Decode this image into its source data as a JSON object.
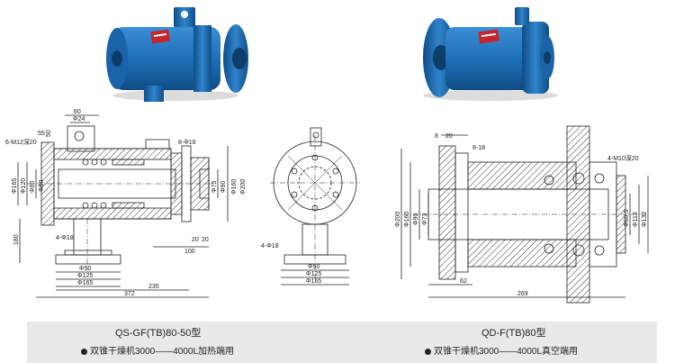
{
  "left": {
    "title": "QS-GF(TB)80-50型",
    "subtitle": "双锥干燥机3000——4000L加热端用",
    "dims": {
      "d60": "60",
      "d24": "Φ24",
      "d55": "55",
      "d50": "50",
      "thread": "6-M12深20",
      "d165": "Φ165",
      "d120": "Φ120",
      "d60v": "Φ60",
      "d50v": "Φ50",
      "d818": "8-Φ18",
      "d75": "Φ75",
      "d90": "Φ90",
      "d160": "Φ160",
      "d200": "Φ200",
      "d180": "180",
      "d418": "4-Φ18",
      "d2020": "20",
      "d2020b": "20",
      "d100": "100",
      "b50": "Φ50",
      "b125": "Φ125",
      "b165": "Φ165",
      "d235": "235",
      "d372": "372"
    }
  },
  "middle": {
    "d418": "4-Φ18",
    "b50": "Φ50",
    "b125": "Φ125",
    "b165": "Φ165"
  },
  "right": {
    "title": "QD-F(TB)80型",
    "subtitle": "双锥干燥机3000——4000L真空端用",
    "dims": {
      "d8": "8",
      "d20": "20",
      "d818": "8-18",
      "thread": "4-M10深20",
      "d200": "Φ200",
      "d160": "Φ160",
      "d90": "Φ90",
      "d73": "Φ73",
      "d605": "Φ60.5",
      "d113": "Φ113",
      "d132": "Φ132",
      "d62": "62",
      "d269": "269"
    }
  },
  "colors": {
    "body_blue": "#1e6fb8",
    "body_blue_dark": "#12508c",
    "hatch": "#333333",
    "caption_band": "#e9e9ea",
    "label_red": "#c8242a"
  },
  "icons": {
    "bullet": "filled-circle"
  }
}
